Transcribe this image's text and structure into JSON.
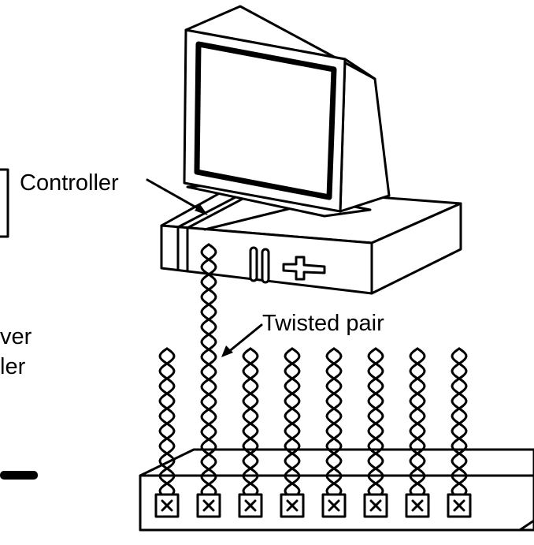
{
  "labels": {
    "controller": "Controller",
    "twisted_pair": "Twisted pair",
    "left_partial_line1": "ver",
    "left_partial_line2": "ler"
  },
  "hub": {
    "port_count": 8
  },
  "colors": {
    "ink": "#000000",
    "paper": "#ffffff"
  }
}
